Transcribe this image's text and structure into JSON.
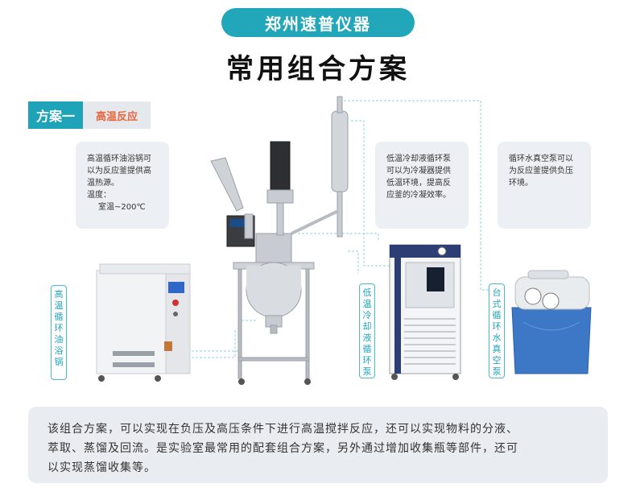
{
  "header": {
    "brand": "郑州速普仪器",
    "title": "常用组合方案"
  },
  "scheme": {
    "tag": "方案一",
    "name": "高温反应"
  },
  "cards": {
    "oil_bath": {
      "line1": "高温循环油浴锅可",
      "line2": "以为反应釜提供高",
      "line3": "温热源。",
      "line4": "温度：",
      "line5": "室温~200℃"
    },
    "chiller": {
      "line1": "低温冷却液循环泵",
      "line2": "可以为冷凝器提供",
      "line3": "低温环境，提高反",
      "line4": "应釜的冷凝效率。"
    },
    "vacuum": {
      "line1": "循环水真空泵可以",
      "line2": "为反应釜提供负压",
      "line3": "环境。"
    }
  },
  "labels": {
    "oil_bath": "高温循环油浴锅",
    "chiller": "低温冷却液循环泵",
    "vacuum": "台式循环水真空泵"
  },
  "description": {
    "line1": "该组合方案，可以实现在负压及高压条件下进行高温搅拌反应，还可以实现物料的分液、",
    "line2": "萃取、蒸馏及回流。是实验室最常用的配套组合方案，另外通过增加收集瓶等部件，还可",
    "line3": "以实现蒸馏收集等。"
  },
  "colors": {
    "accent": "#22a6b9",
    "scheme_name": "#e8643a",
    "connector": "#8fd0da"
  }
}
